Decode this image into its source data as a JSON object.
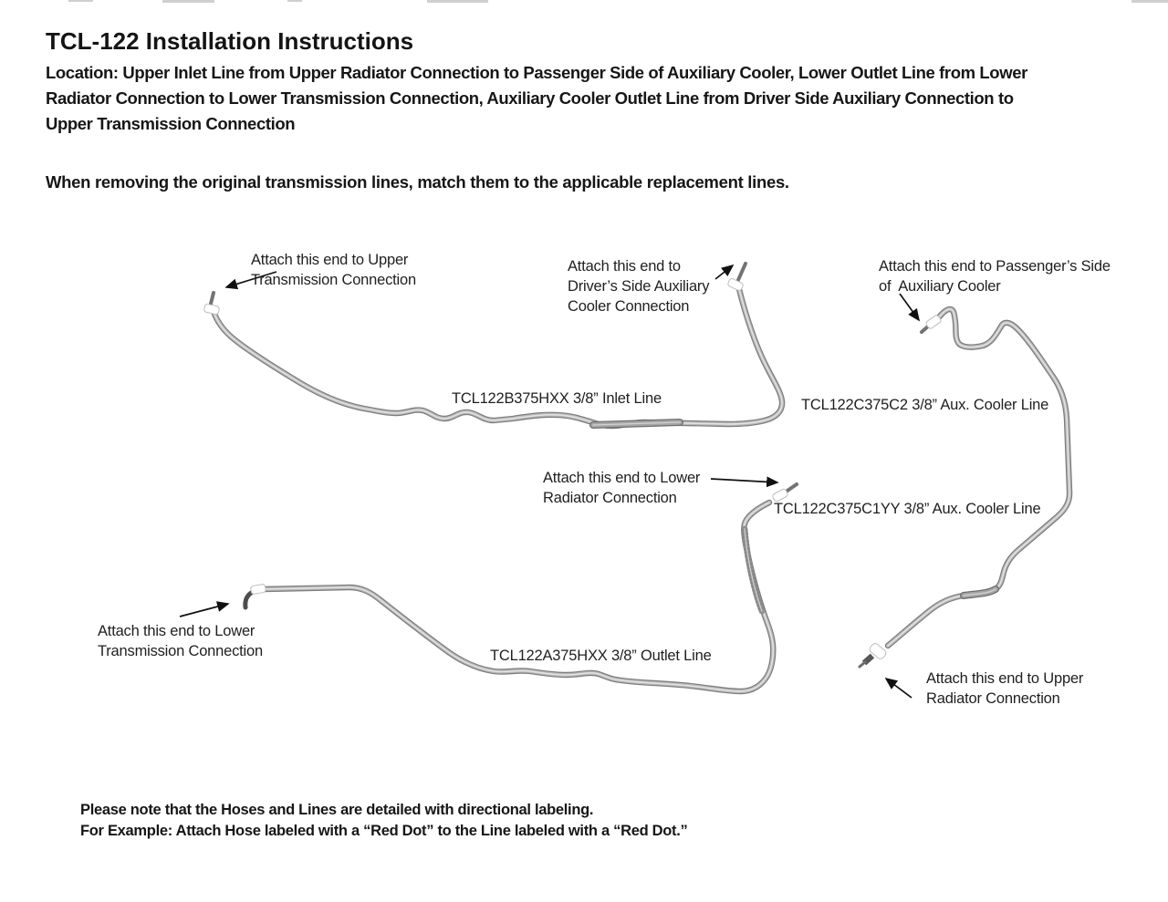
{
  "page": {
    "title": "TCL-122 Installation Instructions",
    "location": "Location: Upper Inlet Line from Upper Radiator Connection to Passenger Side of Auxiliary Cooler, Lower Outlet Line from Lower\nRadiator Connection to Lower Transmission Connection, Auxiliary Cooler Outlet Line from Driver Side Auxiliary Connection to\nUpper Transmission Connection",
    "instruction": "When removing the original transmission lines, match them to the applicable replacement lines.",
    "note": "Please note that the Hoses and Lines are detailed with directional labeling.\nFor Example: Attach Hose labeled with a “Red Dot” to the Line labeled with a “Red Dot.”"
  },
  "diagram": {
    "callouts": [
      {
        "text": "Attach this end to Upper\nTransmission Connection"
      },
      {
        "text": "Attach this end to\nDriver’s Side Auxiliary\nCooler Connection"
      },
      {
        "text": "Attach this end to Passenger’s Side\nof  Auxiliary Cooler"
      },
      {
        "text": "Attach this end to Lower\nRadiator Connection"
      },
      {
        "text": "Attach this end to Lower\nTransmission Connection"
      },
      {
        "text": "Attach this end to Upper\nRadiator Connection"
      }
    ],
    "part_labels": [
      {
        "text": "TCL122B375HXX 3/8” Inlet Line"
      },
      {
        "text": "TCL122C375C2 3/8” Aux. Cooler Line"
      },
      {
        "text": "TCL122C375C1YY 3/8” Aux. Cooler Line"
      },
      {
        "text": "TCL122A375HXX 3/8” Outlet Line"
      }
    ],
    "colors": {
      "background": "#ffffff",
      "text": "#1c1c1c",
      "tube_silver": "#b7b7b7",
      "tube_edge": "#7d7d7d",
      "arrow_black": "#111111"
    }
  }
}
